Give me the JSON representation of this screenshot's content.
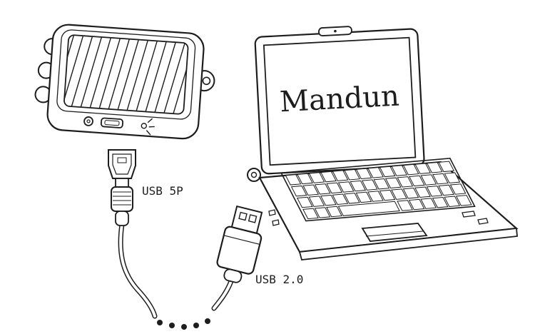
{
  "diagram": {
    "brand": "Mandun",
    "labels": {
      "usb_5p": "USB 5P",
      "usb_20": "USB 2.0"
    },
    "devices": {
      "left": "solar-charger",
      "right": "laptop"
    },
    "connectors": [
      "mini-usb-5p-plug",
      "usb-a-2.0-plug"
    ],
    "colors": {
      "line": "#1d1d1d",
      "background": "#ffffff"
    }
  }
}
